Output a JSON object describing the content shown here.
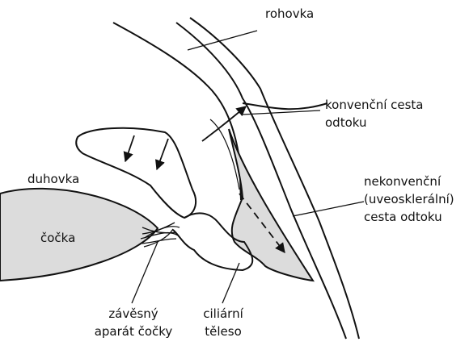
{
  "colors": {
    "tissue_fill": "#dcdcdc",
    "outline": "#111111",
    "background": "#ffffff"
  },
  "labels": {
    "cornea": "rohovka",
    "conventional_line1": "konvenční cesta",
    "conventional_line2": "odtoku",
    "iris": "duhovka",
    "lens": "čočka",
    "unconventional_line1": "nekonvenční",
    "unconventional_line2": "(uveosklerální)",
    "unconventional_line3": "cesta odtoku",
    "zonule_line1": "závěsný",
    "zonule_line2": "aparát čočky",
    "ciliary_line1": "ciliární",
    "ciliary_line2": "těleso"
  }
}
